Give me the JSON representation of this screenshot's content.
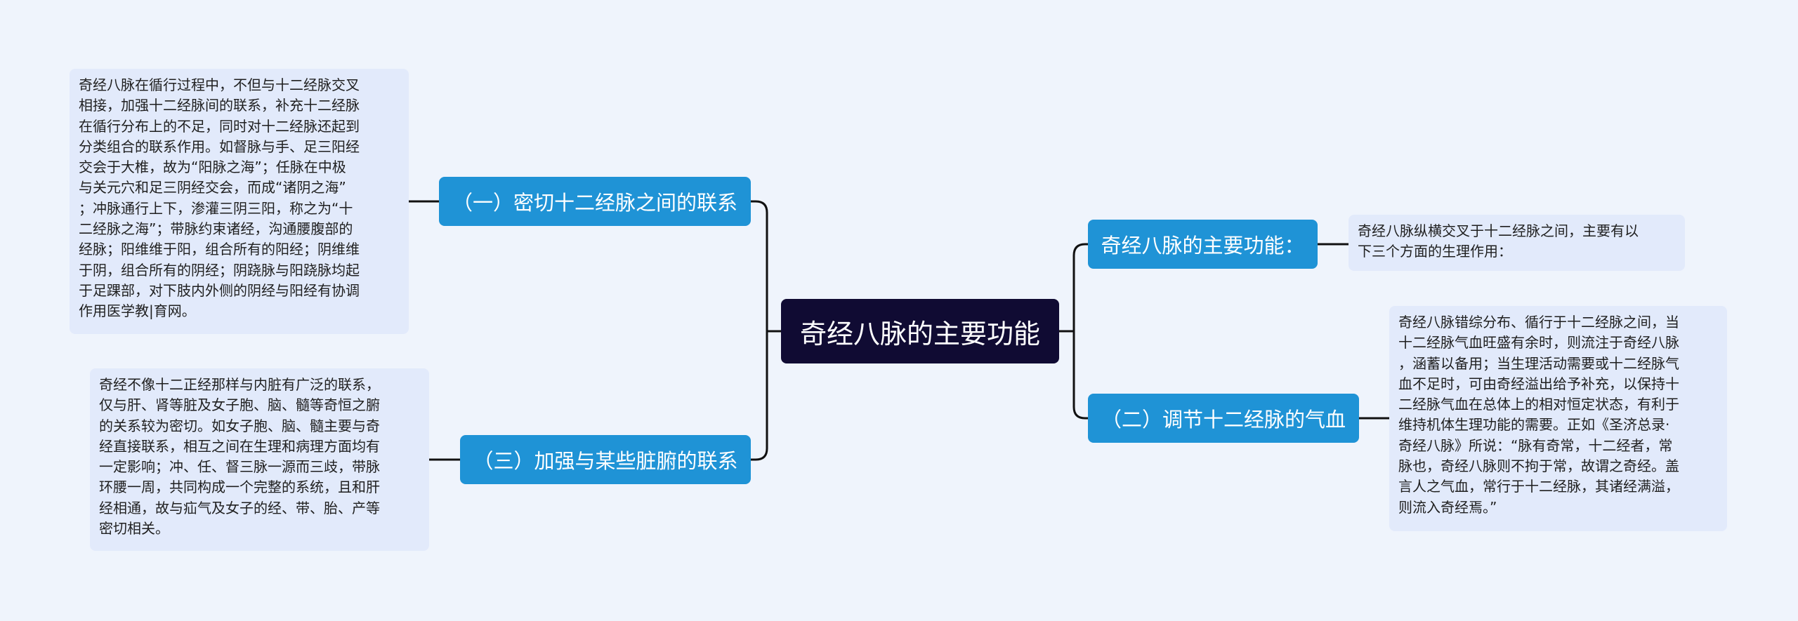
{
  "root": {
    "label": "奇经八脉的主要功能"
  },
  "branches": [
    {
      "label": "（一）密切十二经脉之间的联系"
    },
    {
      "label": "奇经八脉的主要功能："
    },
    {
      "label": "（三）加强与某些脏腑的联系"
    },
    {
      "label": "（二）调节十二经脉的气血"
    }
  ],
  "details": [
    {
      "text": "奇经八脉在循行过程中，不但与十二经脉交叉\n相接，加强十二经脉间的联系，补充十二经脉\n在循行分布上的不足，同时对十二经脉还起到\n分类组合的联系作用。如督脉与手、足三阳经\n交会于大椎，故为“阳脉之海”；任脉在中极\n与关元穴和足三阴经交会，而成“诸阴之海”\n；冲脉通行上下，渗灌三阴三阳，称之为“十\n二经脉之海”；带脉约束诸经，沟通腰腹部的\n经脉；阳维维于阳，组合所有的阳经；阴维维\n于阴，组合所有的阴经；阴跷脉与阳跷脉均起\n于足踝部，对下肢内外侧的阴经与阳经有协调\n作用医学教|育网。"
    },
    {
      "text": "奇经八脉纵横交叉于十二经脉之间，主要有以\n下三个方面的生理作用："
    },
    {
      "text": "奇经不像十二正经那样与内脏有广泛的联系，\n仅与肝、肾等脏及女子胞、脑、髓等奇恒之腑\n的关系较为密切。如女子胞、脑、髓主要与奇\n经直接联系，相互之间在生理和病理方面均有\n一定影响；冲、任、督三脉一源而三歧，带脉\n环腰一周，共同构成一个完整的系统，且和肝\n经相通，故与疝气及女子的经、带、胎、产等\n密切相关。"
    },
    {
      "text": "奇经八脉错综分布、循行于十二经脉之间，当\n十二经脉气血旺盛有余时，则流注于奇经八脉\n，涵蓄以备用；当生理活动需要或十二经脉气\n血不足时，可由奇经溢出给予补充，以保持十\n二经脉气血在总体上的相对恒定状态，有利于\n维持机体生理功能的需要。正如《圣济总录·\n奇经八脉》所说：“脉有奇常，十二经者，常\n脉也，奇经八脉则不拘于常，故谓之奇经。盖\n言人之气血，常行于十二经脉，其诸经满溢，\n则流入奇经焉。”"
    }
  ],
  "colors": {
    "background": "#eff4fc",
    "root": "#100b33",
    "branch": "#1f93d6",
    "leaf": "#e2eafb",
    "connector": "#111111"
  }
}
